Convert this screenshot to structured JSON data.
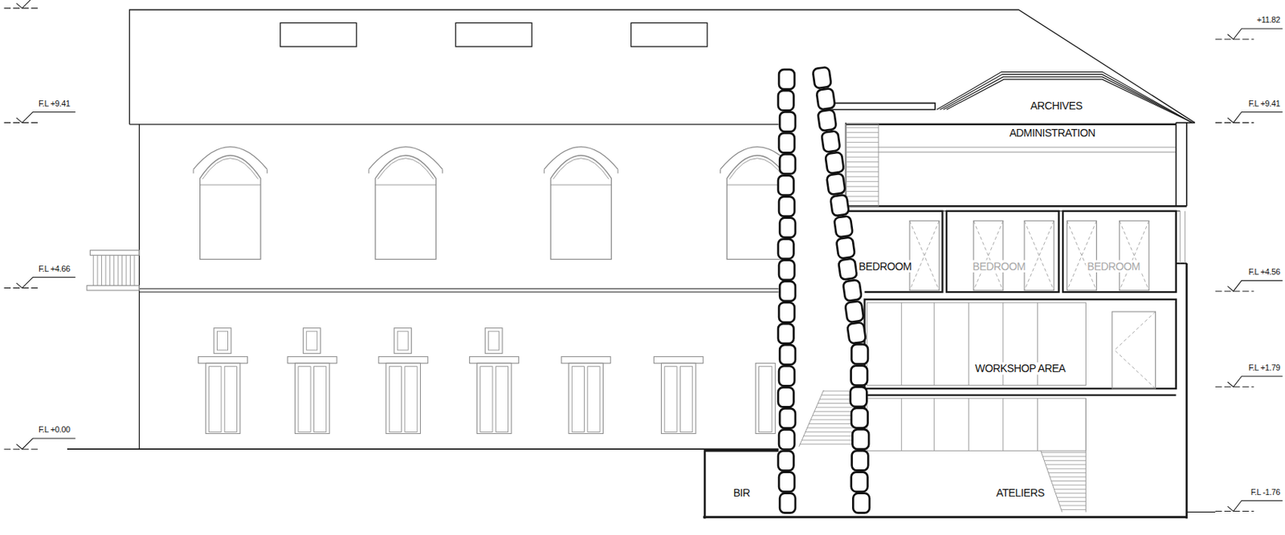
{
  "diagram": {
    "nodes": [
      {
        "text": [
          "ARCHIVES"
        ]
      },
      {
        "text": [
          "ADMINISTRATION"
        ]
      },
      {
        "text": [
          "BEDROOM"
        ]
      },
      {
        "text": [
          "BEDROOM"
        ]
      },
      {
        "text": [
          "BEDROOM"
        ]
      },
      {
        "text": [
          "WORKSHOP AREA"
        ]
      },
      {
        "text": [
          "BIR"
        ]
      },
      {
        "text": [
          "ATELIERS"
        ]
      }
    ],
    "labels": [
      "+11.82",
      "F.L +9.41",
      "F.L +9.41",
      "F.L +4.66",
      "F.L +4.56",
      "F.L +1.79",
      "F.L +0.00",
      "F.L -1.76"
    ]
  }
}
